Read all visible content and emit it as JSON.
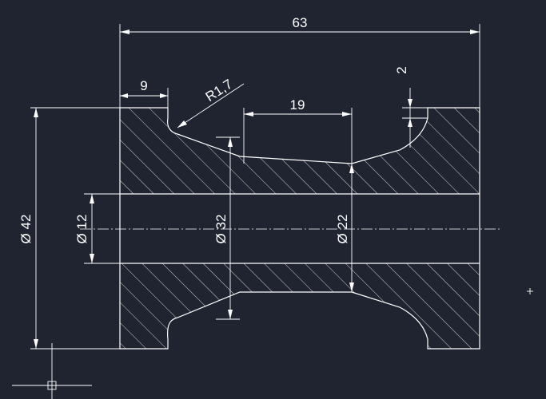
{
  "colors": {
    "background": "#1f2430",
    "lines": "#ffffff"
  },
  "dimensions": {
    "overall_length": "63",
    "flange_width": "9",
    "fillet_radius": "R1,7",
    "groove_bottom": "19",
    "step_height": "2",
    "outer_diameter": "Ø 42",
    "bore_diameter": "Ø 12",
    "groove_diameter": "Ø 32",
    "hub_diameter": "Ø 22"
  }
}
